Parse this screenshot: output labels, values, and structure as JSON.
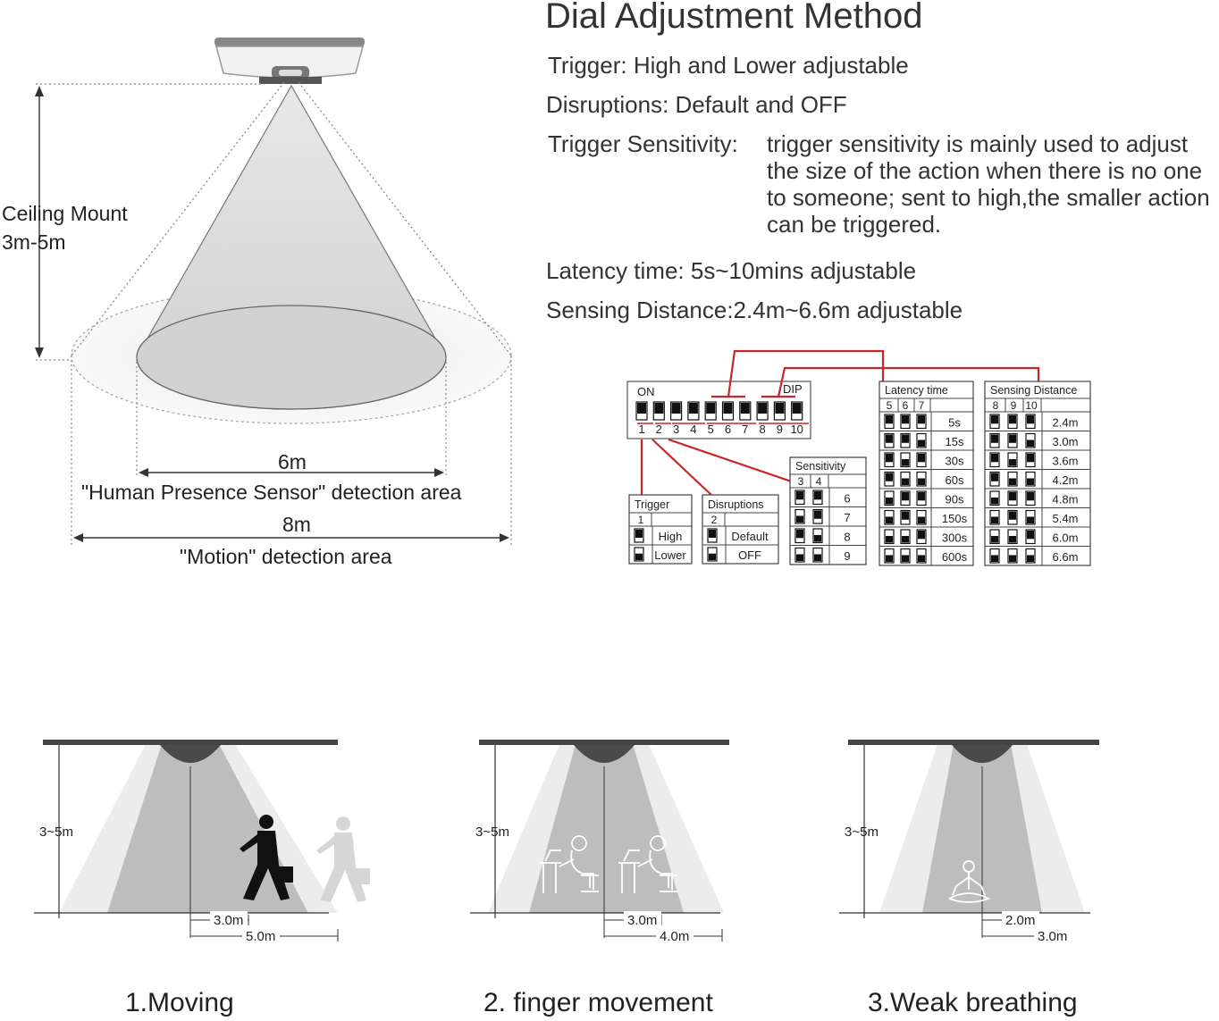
{
  "header": {
    "title": "Dial Adjustment Method",
    "trigger": "Trigger: High and Lower adjustable",
    "disruptions": "Disruptions: Default and OFF",
    "sensitivity_label": "Trigger Sensitivity:",
    "sensitivity_desc": "trigger sensitivity is mainly used to adjust the size of the action when there is no one to someone; sent to high,the smaller action can be triggered.",
    "latency": "Latency time: 5s~10mins adjustable",
    "distance": "Sensing Distance:2.4m~6.6m adjustable"
  },
  "cone": {
    "mount_label": "Ceiling Mount",
    "mount_height": "3m-5m",
    "inner_width": "6m",
    "inner_area": "\"Human Presence Sensor\" detection area",
    "outer_width": "8m",
    "outer_area": "\"Motion\" detection area"
  },
  "dip": {
    "on_label": "ON",
    "dip_label": "DIP",
    "numbers": [
      "1",
      "2",
      "3",
      "4",
      "5",
      "6",
      "7",
      "8",
      "9",
      "10"
    ],
    "trigger": {
      "title": "Trigger",
      "col": "1",
      "rows": [
        "High",
        "Lower"
      ]
    },
    "disruptions": {
      "title": "Disruptions",
      "col": "2",
      "rows": [
        "Default",
        "OFF"
      ]
    },
    "sensitivity": {
      "title": "Sensitivity",
      "cols": [
        "3",
        "4"
      ],
      "rows": [
        "6",
        "7",
        "8",
        "9"
      ]
    },
    "latency": {
      "title": "Latency time",
      "cols": [
        "5",
        "6",
        "7"
      ],
      "rows": [
        "5s",
        "15s",
        "30s",
        "60s",
        "90s",
        "150s",
        "300s",
        "600s"
      ]
    },
    "distance": {
      "title": "Sensing Distance",
      "cols": [
        "8",
        "9",
        "10"
      ],
      "rows": [
        "2.4m",
        "3.0m",
        "3.6m",
        "4.2m",
        "4.8m",
        "5.4m",
        "6.0m",
        "6.6m"
      ]
    },
    "accent_color": "#c62828"
  },
  "scenes": [
    {
      "height": "3~5m",
      "inner": "3.0m",
      "outer": "5.0m",
      "caption": "1.Moving"
    },
    {
      "height": "3~5m",
      "inner": "3.0m",
      "outer": "4.0m",
      "caption": "2. finger movement"
    },
    {
      "height": "3~5m",
      "inner": "2.0m",
      "outer": "3.0m",
      "caption": "3.Weak breathing"
    }
  ]
}
